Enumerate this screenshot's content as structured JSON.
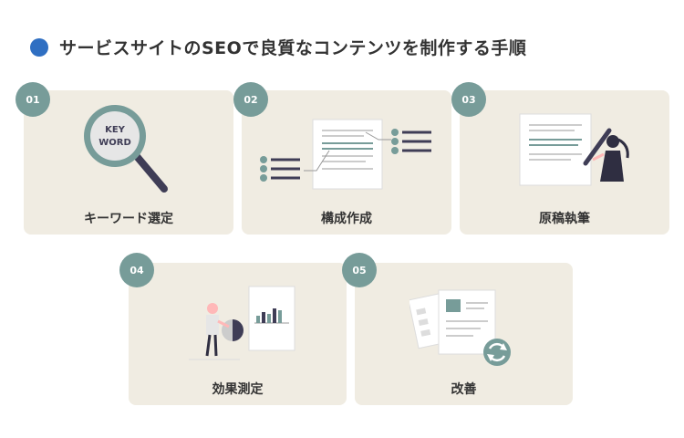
{
  "header": {
    "title": "サービスサイトのSEOで良質なコンテンツを制作する手順"
  },
  "keyword_graphic": {
    "line1": "KEY",
    "line2": "WORD"
  },
  "steps": [
    {
      "number": "01",
      "label": "キーワード選定"
    },
    {
      "number": "02",
      "label": "構成作成"
    },
    {
      "number": "03",
      "label": "原稿執筆"
    },
    {
      "number": "04",
      "label": "効果測定"
    },
    {
      "number": "05",
      "label": "改善"
    }
  ]
}
